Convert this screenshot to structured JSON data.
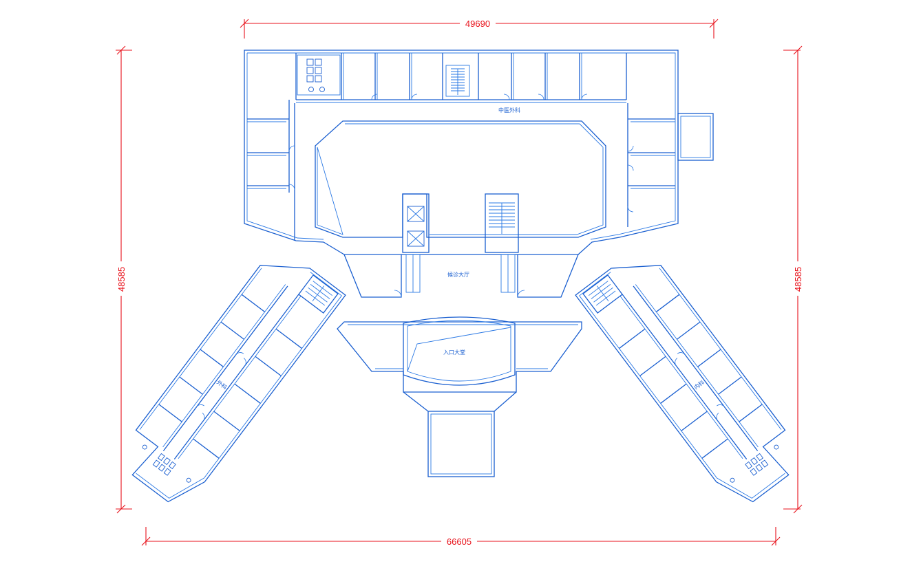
{
  "dimensions": {
    "top_width": "49690",
    "bottom_width": "66605",
    "left_height": "48585",
    "right_height": "48585"
  },
  "labels": {
    "top_wing": "中医外科",
    "center_hall": "候诊大厅",
    "entrance": "入口大堂",
    "left_wing": "外科",
    "right_wing": "内科"
  },
  "colors": {
    "walls": "#1a5fd0",
    "dimensions": "#e8121b",
    "background": "#ffffff"
  }
}
